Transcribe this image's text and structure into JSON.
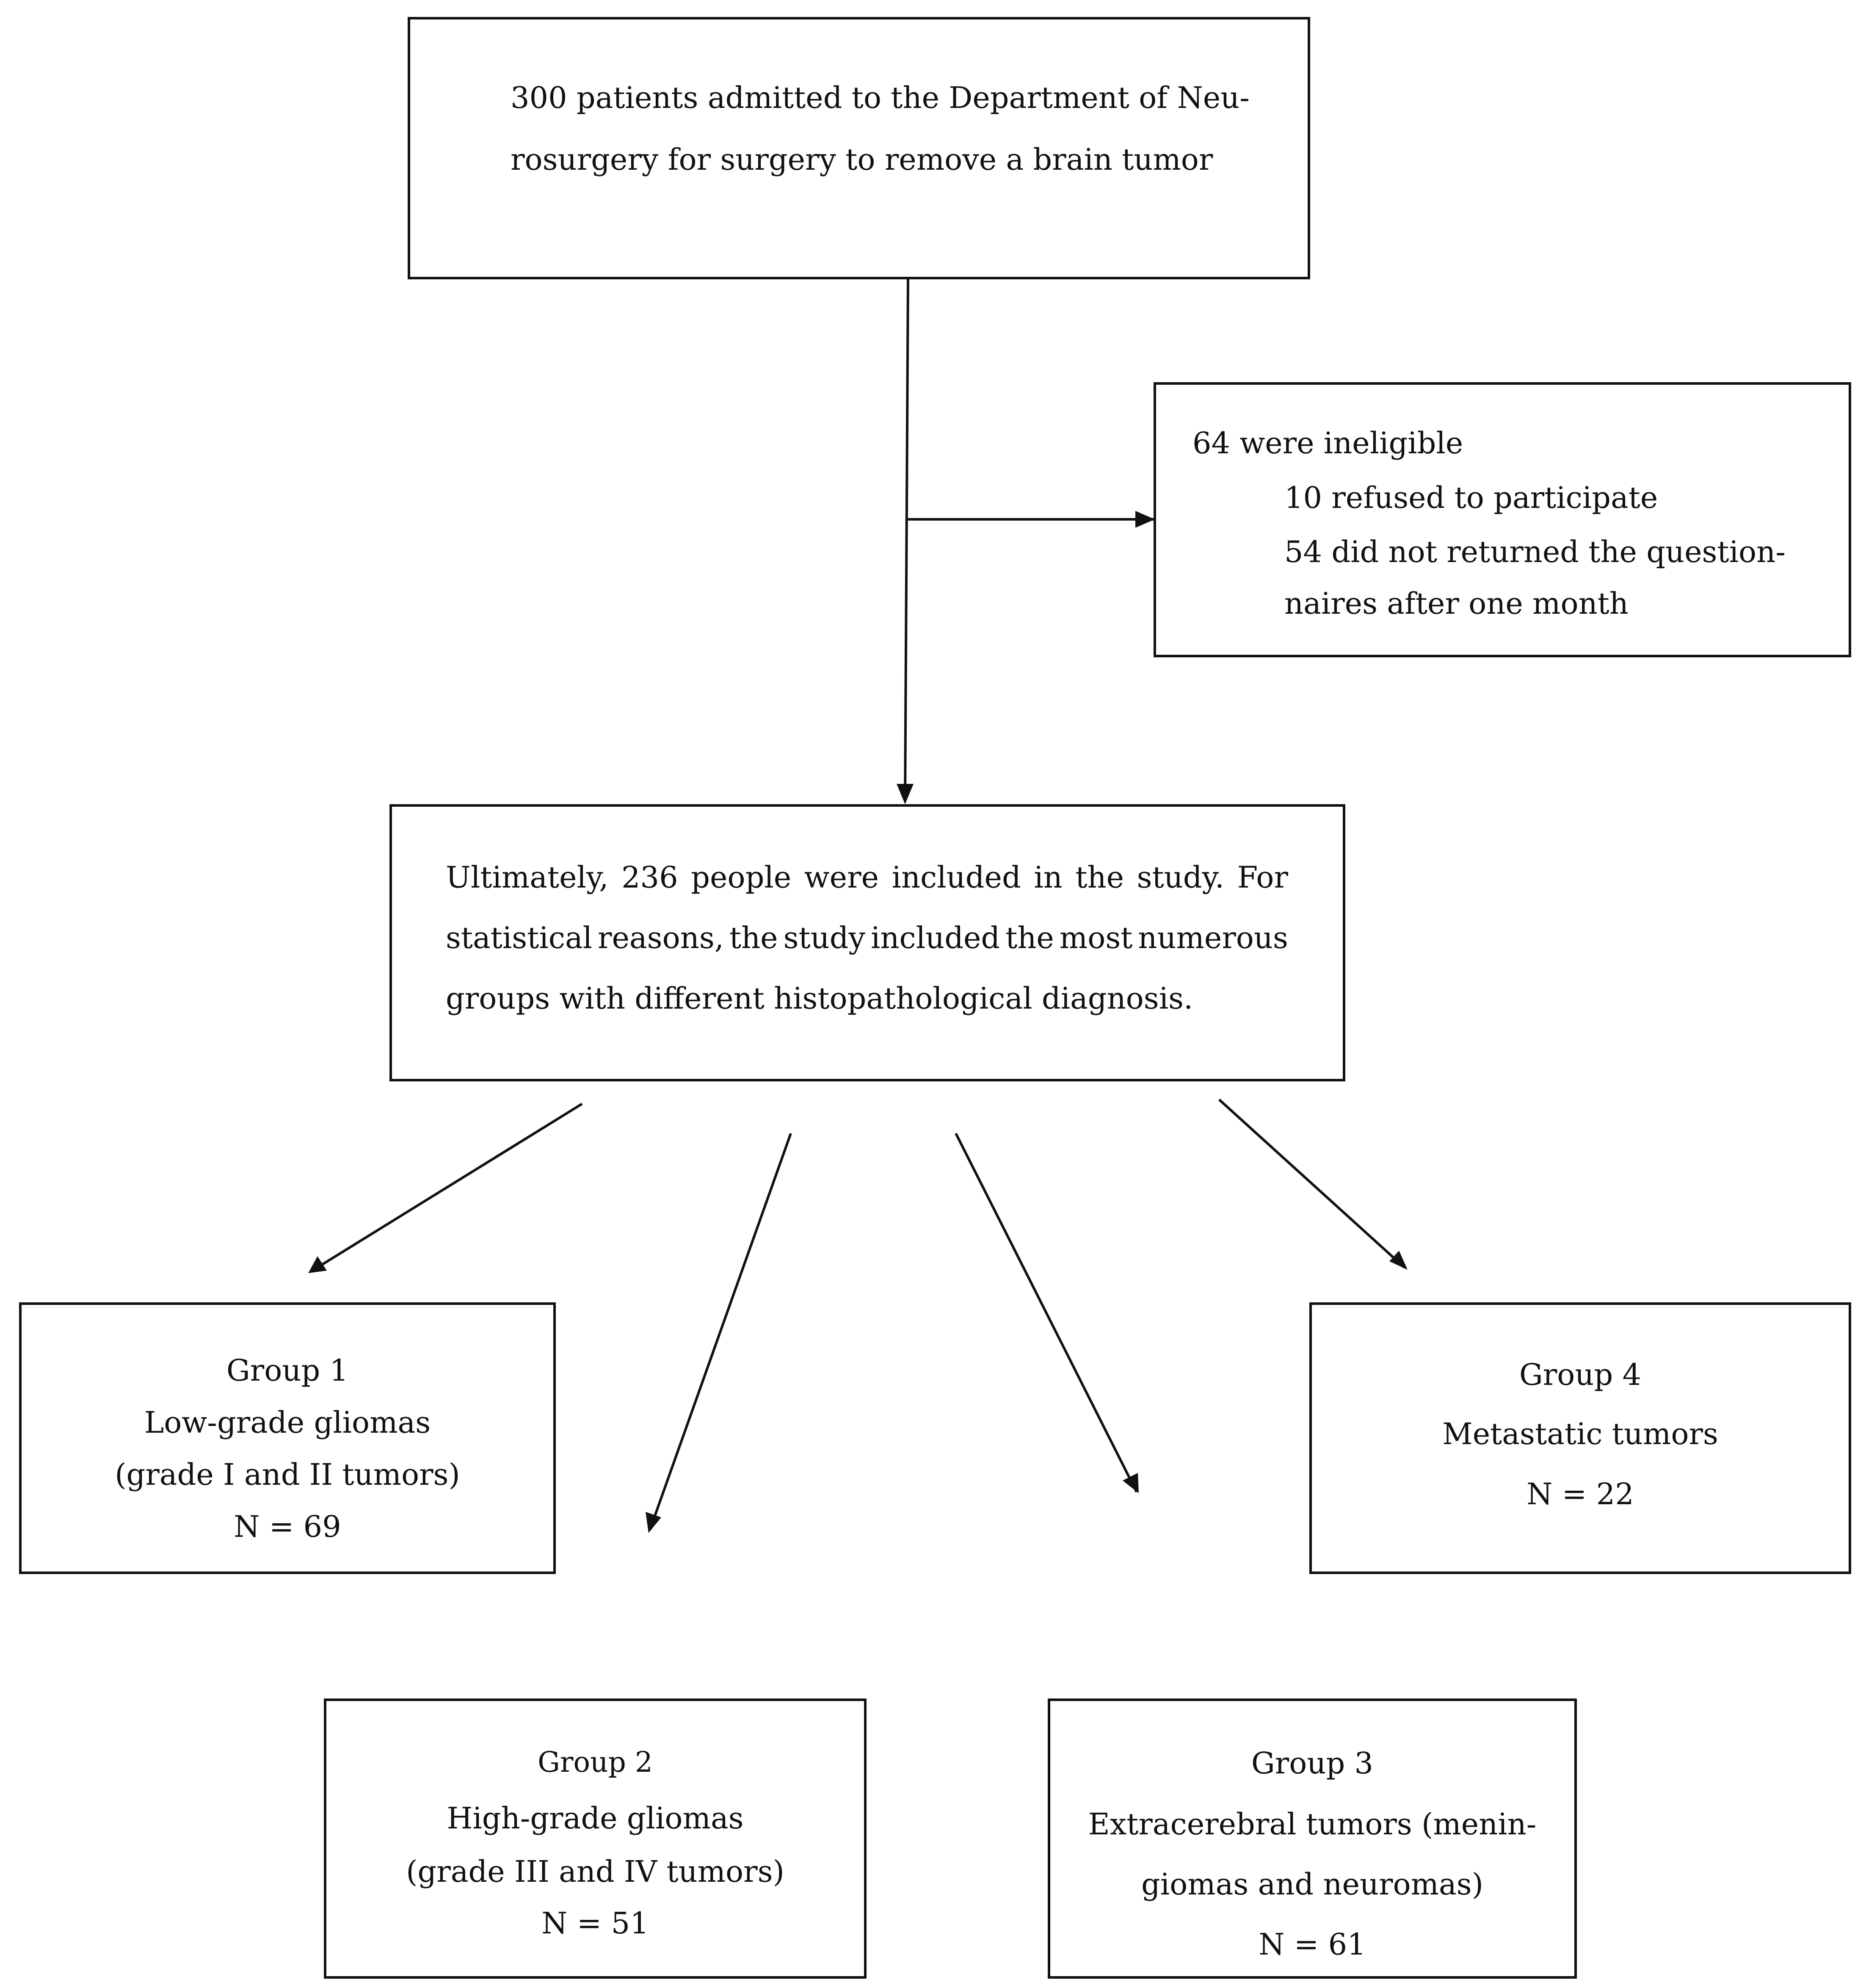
{
  "top_box": {
    "line1": "300 patients admitted to the Department of Neu-",
    "line2": "rosurgery for surgery to remove a brain tumor"
  },
  "excluded_box": {
    "title": "64 were ineligible",
    "line1": "10 refused to participate",
    "line2": "54 did not returned the question-",
    "line3": "naires after one month"
  },
  "included_box": {
    "line1": [
      "Ultimately,",
      "236",
      "people",
      "were",
      "included",
      "in",
      "the",
      "study.",
      "For"
    ],
    "line2": [
      "statistical",
      "reasons,",
      "the",
      "study",
      "included",
      "the",
      "most",
      "numerous"
    ],
    "line3": "groups with different histopathological diagnosis."
  },
  "groups": [
    {
      "title": "Group 1",
      "name": "Low-grade gliomas",
      "detail": "(grade I and II tumors)",
      "n": "N = 69"
    },
    {
      "title": "Group 2",
      "name": "High-grade gliomas",
      "detail": "(grade III and IV tumors)",
      "n": "N = 51"
    },
    {
      "title": "Group 3",
      "name": "Extracerebral tumors (menin-",
      "detail": "giomas and neuromas)",
      "n": "N = 61"
    },
    {
      "title": "Group 4",
      "name": "Metastatic tumors",
      "n": "N = 22"
    }
  ]
}
